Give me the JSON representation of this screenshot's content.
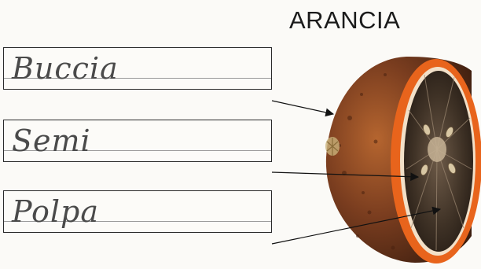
{
  "title": "ARANCIA",
  "labels": [
    {
      "text": "Buccia"
    },
    {
      "text": "Semi"
    },
    {
      "text": "Polpa"
    }
  ],
  "colors": {
    "peel": "#7a3d1f",
    "rind_edge": "#e8641c",
    "pulp": "#4a3a2c",
    "ink": "#1b1b1b"
  }
}
